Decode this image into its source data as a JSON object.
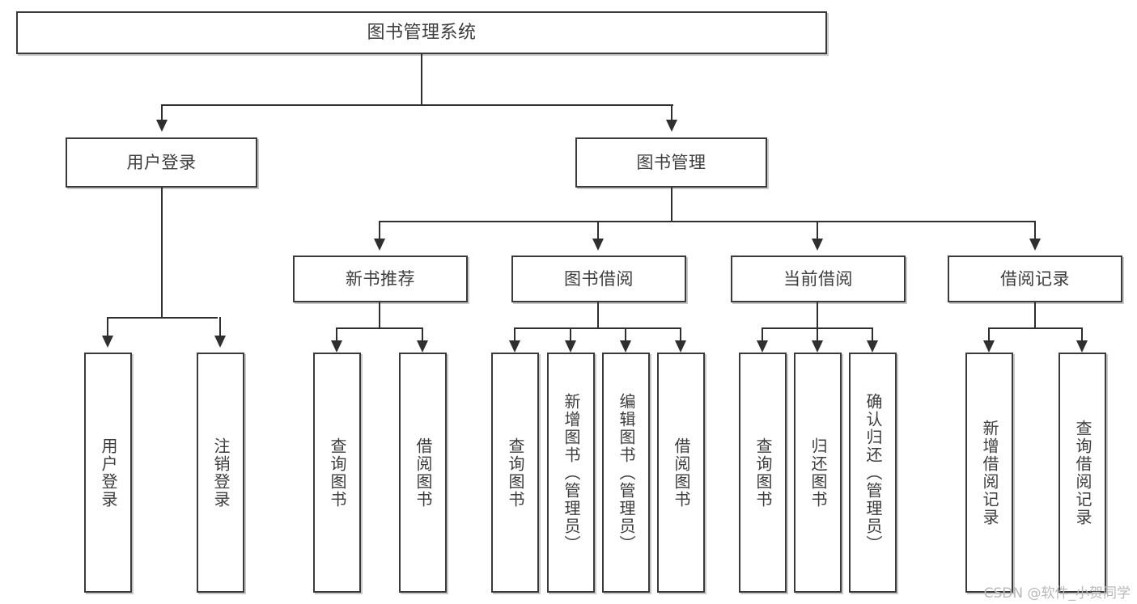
{
  "diagram": {
    "title": "图书管理系统",
    "type": "functional-structure-tree",
    "root": {
      "id": "root",
      "label": "图书管理系统"
    },
    "level2": [
      {
        "id": "user-login",
        "label": "用户登录"
      },
      {
        "id": "book-manage",
        "label": "图书管理"
      }
    ],
    "level3": [
      {
        "id": "new-book-recommend",
        "label": "新书推荐"
      },
      {
        "id": "book-borrow",
        "label": "图书借阅"
      },
      {
        "id": "current-borrow",
        "label": "当前借阅"
      },
      {
        "id": "borrow-record",
        "label": "借阅记录"
      }
    ],
    "leaves": {
      "user_login": [
        {
          "id": "leaf-user-login",
          "label": "用户登录"
        },
        {
          "id": "leaf-user-logout",
          "label": "注销登录"
        }
      ],
      "new_book_recommend": [
        {
          "id": "leaf-query-book-1",
          "label": "查询图书"
        },
        {
          "id": "leaf-borrow-book-1",
          "label": "借阅图书"
        }
      ],
      "book_borrow": [
        {
          "id": "leaf-query-book-2",
          "label": "查询图书"
        },
        {
          "id": "leaf-add-book",
          "label": "新增图书（管理员）"
        },
        {
          "id": "leaf-edit-book",
          "label": "编辑图书（管理员）"
        },
        {
          "id": "leaf-borrow-book-2",
          "label": "借阅图书"
        }
      ],
      "current_borrow": [
        {
          "id": "leaf-query-book-3",
          "label": "查询图书"
        },
        {
          "id": "leaf-return-book",
          "label": "归还图书"
        },
        {
          "id": "leaf-confirm-return",
          "label": "确认归还（管理员）"
        }
      ],
      "borrow_record": [
        {
          "id": "leaf-add-record",
          "label": "新增借阅记录"
        },
        {
          "id": "leaf-query-record",
          "label": "查询借阅记录"
        }
      ]
    }
  },
  "watermark": {
    "text": "CSDN @软件_小贺同学"
  },
  "colors": {
    "box_border": "#3a3a3a",
    "line": "#2f2f2f",
    "text": "#3d3d3d",
    "background": "#ffffff",
    "watermark": "#b9b9b9"
  }
}
